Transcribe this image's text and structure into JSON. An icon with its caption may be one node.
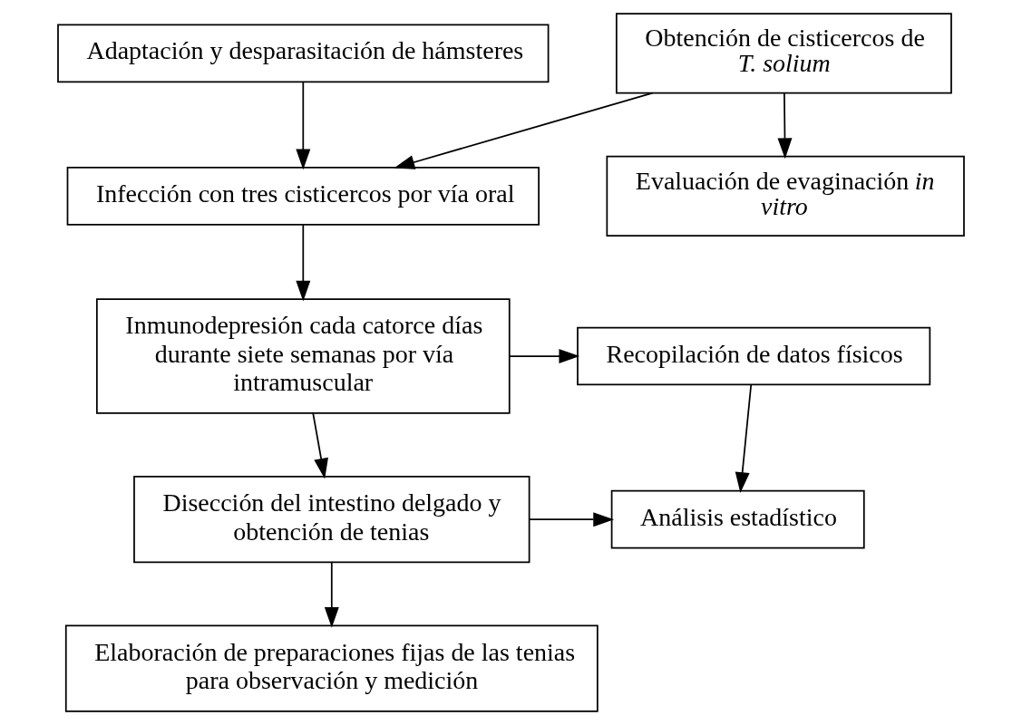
{
  "diagram": {
    "nodes": [
      {
        "text": [
          "Adaptación y desparasitación de hámsteres"
        ]
      },
      {
        "text": [
          "Obtención de cisticercos de *T. solium*"
        ]
      },
      {
        "text": [
          "Infección con tres cisticercos por vía oral"
        ]
      },
      {
        "text": [
          "Evaluación de evaginación *in vitro*"
        ]
      },
      {
        "text": [
          "Inmunodepresión cada catorce días durante siete semanas por vía intramuscular"
        ]
      },
      {
        "text": [
          "Recopilación de datos físicos"
        ]
      },
      {
        "text": [
          "Disección del intestino delgado y obtención de tenias"
        ]
      },
      {
        "text": [
          "Análisis estadístico"
        ]
      },
      {
        "text": [
          "Elaboración de preparaciones fijas de las tenias para observación y medición"
        ]
      }
    ],
    "edges": [
      {
        "from": 0,
        "to": 2,
        "arrow": "to"
      },
      {
        "from": 1,
        "to": 2,
        "arrow": "to"
      },
      {
        "from": 1,
        "to": 3,
        "arrow": "to"
      },
      {
        "from": 2,
        "to": 4,
        "arrow": "to"
      },
      {
        "from": 4,
        "to": 5,
        "arrow": "to"
      },
      {
        "from": 4,
        "to": 6,
        "arrow": "to"
      },
      {
        "from": 5,
        "to": 7,
        "arrow": "to"
      },
      {
        "from": 6,
        "to": 7,
        "arrow": "to"
      },
      {
        "from": 6,
        "to": 8,
        "arrow": "to"
      }
    ]
  }
}
